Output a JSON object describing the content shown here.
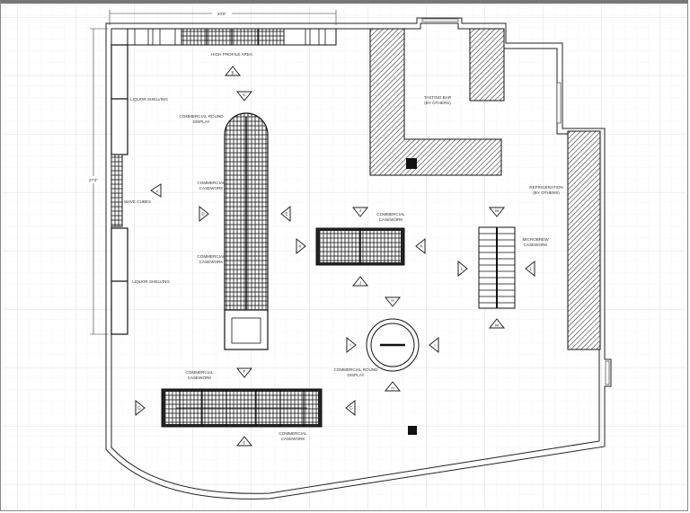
{
  "dimensions": {
    "top": "20'8\"",
    "left": "27'4\""
  },
  "labels": {
    "high_profile_area": "HIGH PROFILE AREA",
    "liquor_shelving_top": "LIQUOR SHELVING",
    "liquor_shelving_bottom": "LIQUOR SHELVING",
    "wave_cubes": "WAVE CUBES",
    "round_display_top_1": "COMMERCIAL ROUND",
    "round_display_top_2": "DISPLAY",
    "casework_1a": "COMMERCIAL",
    "casework_1b": "CASEWORK",
    "casework_2a": "COMMERCIAL",
    "casework_2b": "CASEWORK",
    "casework_3a": "COMMERCIAL",
    "casework_3b": "CASEWORK",
    "casework_4a": "COMMERCIAL",
    "casework_4b": "CASEWORK",
    "casework_5a": "COMMERCIAL",
    "casework_5b": "CASEWORK",
    "tasting_bar_1": "TASTING BAR",
    "tasting_bar_2": "(BY OTHERS)",
    "refrigeration_1": "REFRIGERATION",
    "refrigeration_2": "(BY OTHERS)",
    "microbrew_1": "MICROBREW",
    "microbrew_2": "CASEWORK",
    "round_display_bottom_1": "COMMERCIAL ROUND",
    "round_display_bottom_2": "DISPLAY"
  },
  "markers": [
    "A",
    "B",
    "C",
    "D",
    "E",
    "F",
    "F",
    "G",
    "G",
    "H",
    "H",
    "I",
    "I",
    "J",
    "J",
    "K",
    "K",
    "L",
    "L",
    "M",
    "M"
  ]
}
